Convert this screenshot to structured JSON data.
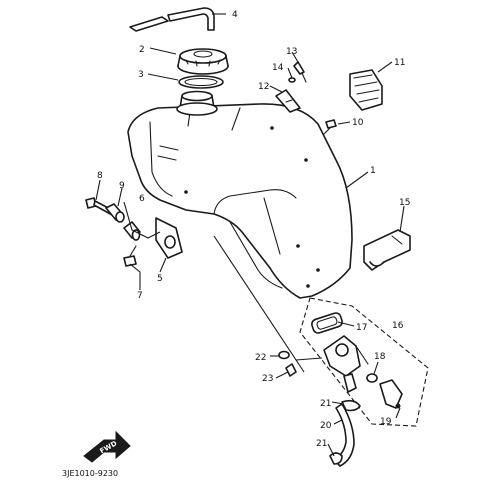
{
  "diagram": {
    "callouts": [
      {
        "id": "c1",
        "text": "1"
      },
      {
        "id": "c2",
        "text": "2"
      },
      {
        "id": "c3",
        "text": "3"
      },
      {
        "id": "c4",
        "text": "4"
      },
      {
        "id": "c5",
        "text": "5"
      },
      {
        "id": "c6",
        "text": "6"
      },
      {
        "id": "c7",
        "text": "7"
      },
      {
        "id": "c8",
        "text": "8"
      },
      {
        "id": "c9",
        "text": "9"
      },
      {
        "id": "c10",
        "text": "10"
      },
      {
        "id": "c11",
        "text": "11"
      },
      {
        "id": "c12",
        "text": "12"
      },
      {
        "id": "c13",
        "text": "13"
      },
      {
        "id": "c14",
        "text": "14"
      },
      {
        "id": "c15",
        "text": "15"
      },
      {
        "id": "c16",
        "text": "16"
      },
      {
        "id": "c17",
        "text": "17"
      },
      {
        "id": "c18",
        "text": "18"
      },
      {
        "id": "c19",
        "text": "19"
      },
      {
        "id": "c20",
        "text": "20"
      },
      {
        "id": "c21a",
        "text": "21"
      },
      {
        "id": "c21b",
        "text": "21"
      },
      {
        "id": "c22",
        "text": "22"
      },
      {
        "id": "c23",
        "text": "23"
      }
    ],
    "fwd_label": "FWD",
    "drawing_code": "3JE1010-9230"
  }
}
